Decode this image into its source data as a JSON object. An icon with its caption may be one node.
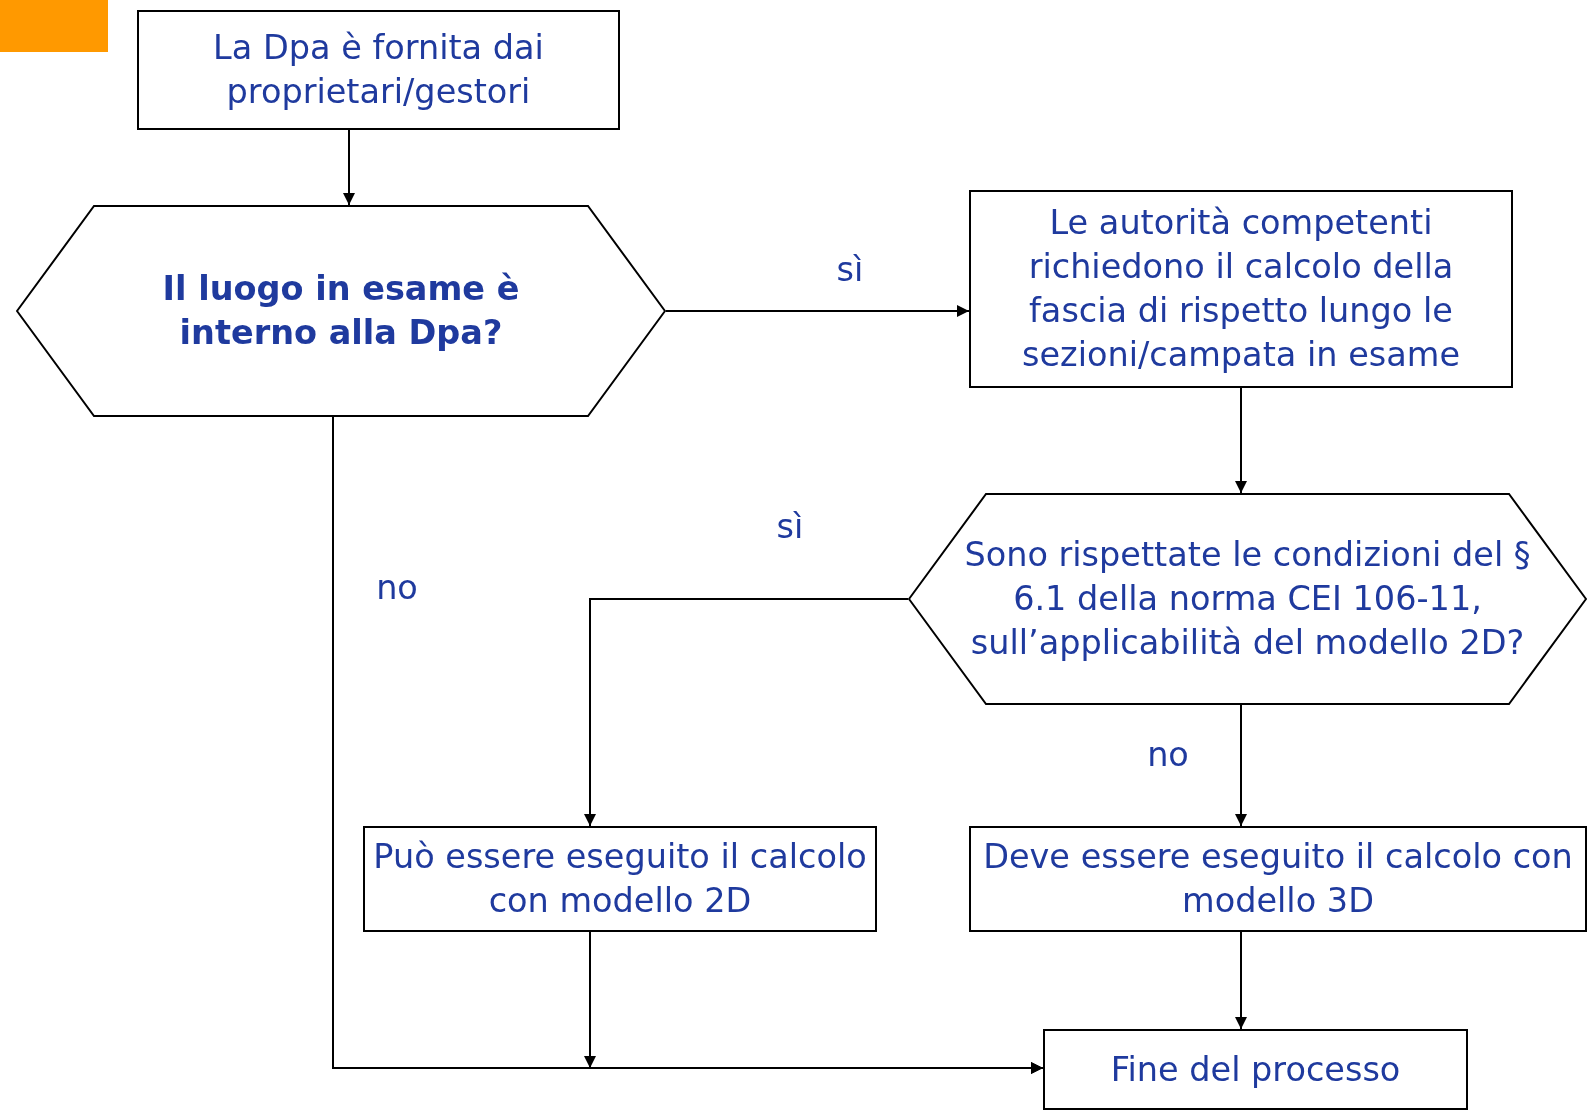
{
  "diagram": {
    "nodes": [
      {
        "text": [
          "La Dpa è fornita dai proprietari/gestori"
        ]
      },
      {
        "text": [
          "Il luogo in esame è interno alla Dpa?"
        ]
      },
      {
        "text": [
          "Le autorità competenti richiedono il calcolo della fascia di rispetto lungo le sezioni/campata in esame"
        ]
      },
      {
        "text": [
          "Sono rispettate le condizioni del § 6.1 della norma CEI 106-11, sull’applicabilità del modello 2D?"
        ]
      },
      {
        "text": [
          "Può essere eseguito il calcolo con modello 2D"
        ]
      },
      {
        "text": [
          "Deve essere eseguito il calcolo con modello 3D"
        ]
      },
      {
        "text": [
          "Fine del processo"
        ]
      }
    ],
    "edges": [
      {
        "from": 0,
        "to": 1,
        "arrow": "to"
      },
      {
        "from": 1,
        "to": 2,
        "arrow": "to",
        "label": "sì"
      },
      {
        "from": 2,
        "to": 3,
        "arrow": "to"
      },
      {
        "from": 3,
        "to": 4,
        "arrow": "to",
        "label": "sì"
      },
      {
        "from": 3,
        "to": 5,
        "arrow": "to",
        "label": "no"
      },
      {
        "from": 1,
        "to": 6,
        "arrow": "to",
        "label": "no"
      },
      {
        "from": 4,
        "to": 6,
        "arrow": "to"
      },
      {
        "from": 5,
        "to": 6,
        "arrow": "to"
      }
    ]
  }
}
